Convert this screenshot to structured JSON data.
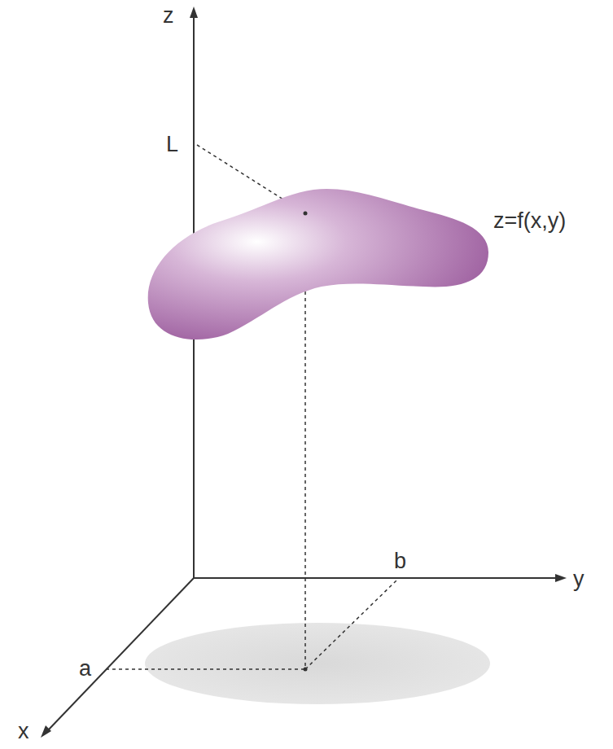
{
  "diagram": {
    "labels": [
      "z",
      "y",
      "x",
      "L",
      "b",
      "a",
      "z=f(x,y)"
    ]
  }
}
